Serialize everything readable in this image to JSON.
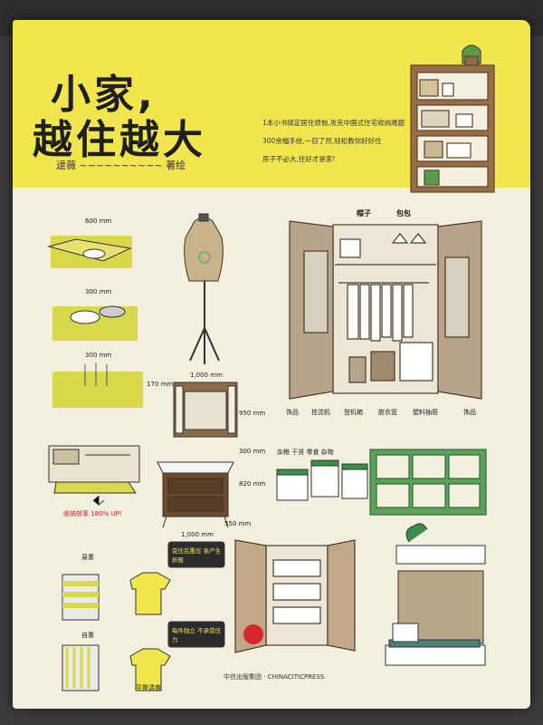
{
  "cover": {
    "title_line1": "小家,",
    "title_line2": "越住越大",
    "author": "逯薇 ~~~~~~~~~~ 著绘",
    "tagline1": "1本小书搞定居住烦恼,攻克中国式住宅收纳难题",
    "tagline2": "300余幅手绘,一目了然,轻松教你好好住",
    "tagline3": "房子不必大,住好才是家!",
    "publisher": "中信出版集团 · CHINACITICPRESS"
  },
  "annotations": {
    "dim_600": "600 mm",
    "dim_300a": "300 mm",
    "dim_300b": "300 mm",
    "dim_1000_top": "1,000 mm",
    "dim_170": "170 mm",
    "dim_950": "950 mm",
    "dim_300c": "300 mm",
    "dim_820": "820 mm",
    "dim_1000_bottom": "1,000 mm",
    "dim_550": "550 mm",
    "efficiency": "收纳效率 180% UP!",
    "wardrobe_top_labels": [
      "帽子",
      "包包"
    ],
    "wardrobe_bottom_labels": [
      "饰品",
      "挂烫机",
      "登机箱",
      "脏衣篮",
      "塑料抽屉",
      "饰品"
    ],
    "box_labels": "杂粮 干货 零食 杂物",
    "heavy1": "易重",
    "heavy2": "自重",
    "press_note1": "受压后重压 易产生折痕",
    "press_note2": "每件独立 不承受压力",
    "result": "平整清爽"
  },
  "colors": {
    "yellow": "#f2e64e",
    "cream": "#f3efdf",
    "green": "#2e8b3e",
    "wood": "#8a6b4a"
  }
}
